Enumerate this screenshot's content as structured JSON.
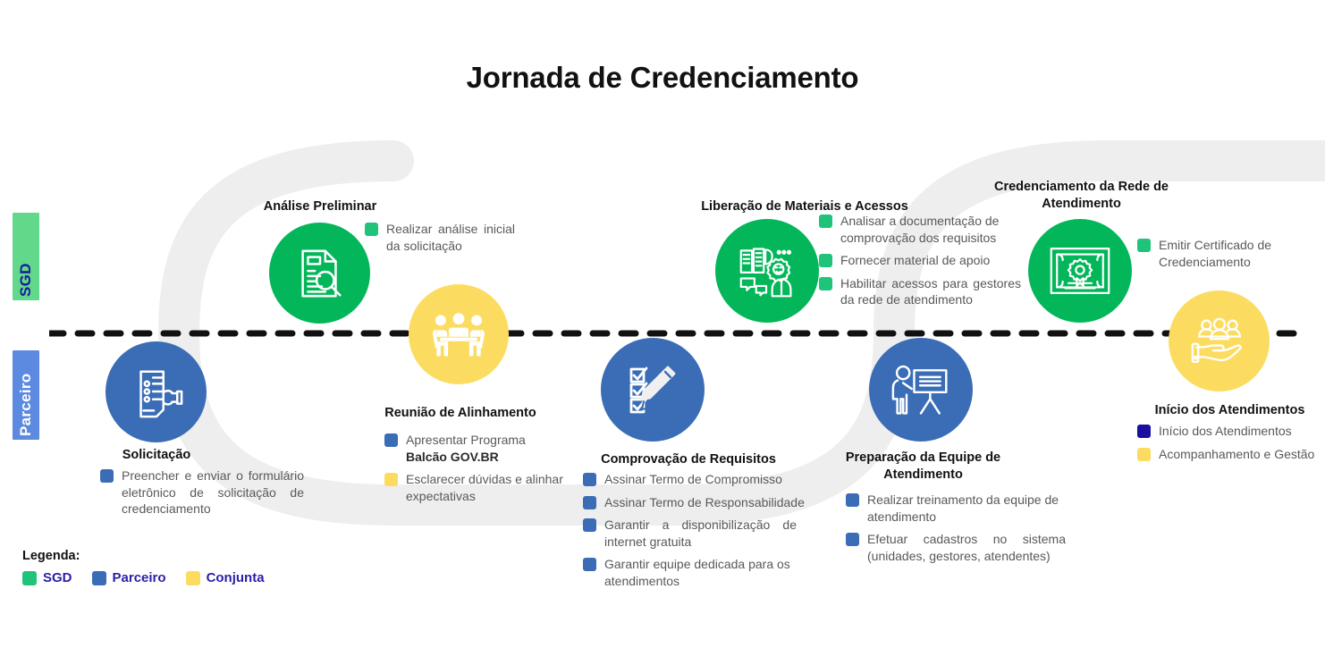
{
  "title": "Jornada de Credenciamento",
  "lanes": [
    {
      "id": "sgd",
      "label": "SGD"
    },
    {
      "id": "parceiro",
      "label": "Parceiro"
    }
  ],
  "legend": {
    "title": "Legenda:",
    "items": [
      {
        "label": "SGD",
        "color": "#04b65a"
      },
      {
        "label": "Parceiro",
        "color": "#3a6db5"
      },
      {
        "label": "Conjunta",
        "color": "#fcdc60"
      }
    ]
  },
  "stages": [
    {
      "id": "solicitacao",
      "title": "Solicitação",
      "lane": "parceiro",
      "icon": "form-hand-icon",
      "color": "#3a6db5",
      "bullets": [
        {
          "color": "blue",
          "text": "Preencher e enviar o formulário eletrônico de solicitação de credenciamento"
        }
      ]
    },
    {
      "id": "analise-preliminar",
      "title": "Análise Preliminar",
      "lane": "sgd",
      "icon": "document-magnifier-icon",
      "color": "#04b65a",
      "bullets": [
        {
          "color": "green",
          "text": "Realizar análise inicial da solicitação"
        }
      ]
    },
    {
      "id": "reuniao-alinhamento",
      "title": "Reunião de Alinhamento",
      "lane": "parceiro",
      "icon": "meeting-table-icon",
      "color": "#fcdc60",
      "bullets": [
        {
          "color": "blue",
          "text": "Apresentar Programa ",
          "bold_suffix": "Balcão GOV.BR"
        },
        {
          "color": "yellow",
          "text": "Esclarecer dúvidas e alinhar expectativas"
        }
      ]
    },
    {
      "id": "comprovacao-requisitos",
      "title": "Comprovação de Requisitos",
      "lane": "parceiro",
      "icon": "checklist-pencil-icon",
      "color": "#3a6db5",
      "bullets": [
        {
          "color": "blue",
          "text": "Assinar Termo de Compromisso"
        },
        {
          "color": "blue",
          "text": "Assinar Termo de Responsabilidade"
        },
        {
          "color": "blue",
          "text": "Garantir a disponibilização de internet gratuita"
        },
        {
          "color": "blue",
          "text": "Garantir equipe dedicada para os atendimentos"
        }
      ]
    },
    {
      "id": "liberacao-materiais",
      "title": "Liberação de Materiais e Acessos",
      "lane": "sgd",
      "icon": "materials-support-icon",
      "color": "#04b65a",
      "bullets": [
        {
          "color": "green",
          "text": "Analisar a documentação de comprovação dos requisitos"
        },
        {
          "color": "green",
          "text": "Fornecer material de apoio"
        },
        {
          "color": "green",
          "text": "Habilitar acessos para gestores da rede de atendimento"
        }
      ]
    },
    {
      "id": "preparacao-equipe",
      "title": "Preparação da Equipe de Atendimento",
      "lane": "parceiro",
      "icon": "trainer-board-icon",
      "color": "#3a6db5",
      "bullets": [
        {
          "color": "blue",
          "text": "Realizar treinamento da equipe de atendimento"
        },
        {
          "color": "blue",
          "text": "Efetuar cadastros no sistema (unidades, gestores, atendentes)"
        }
      ]
    },
    {
      "id": "credenciamento-rede",
      "title": "Credenciamento da Rede de Atendimento",
      "lane": "sgd",
      "icon": "certificate-icon",
      "color": "#04b65a",
      "bullets": [
        {
          "color": "green",
          "text": "Emitir Certificado de Credenciamento"
        }
      ]
    },
    {
      "id": "inicio-atendimentos",
      "title": "Início dos Atendimentos",
      "lane": "parceiro",
      "icon": "hand-people-icon",
      "color": "#fcdc60",
      "bullets": [
        {
          "color": "navy",
          "text": "Início dos Atendimentos"
        },
        {
          "color": "yellow",
          "text": "Acompanhamento e Gestão"
        }
      ]
    }
  ]
}
